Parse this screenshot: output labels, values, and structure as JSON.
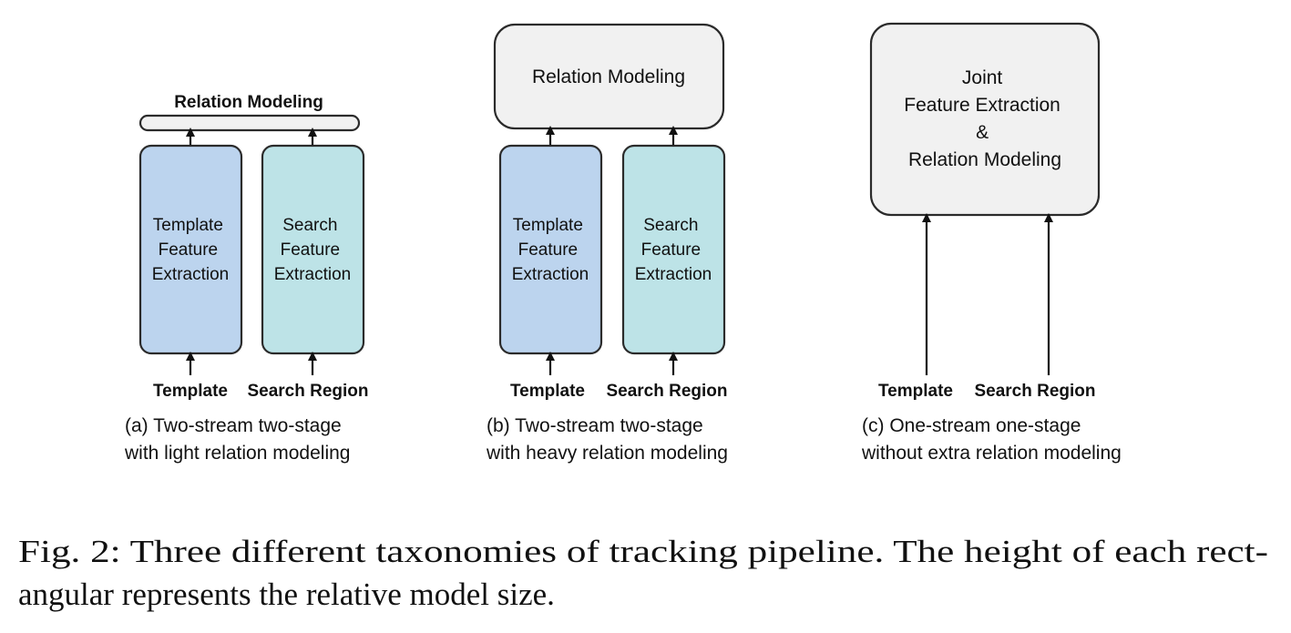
{
  "colors": {
    "relation_box": "#f1f1f1",
    "template_box": "#bcd4ee",
    "search_box": "#bde3e7",
    "stroke": "#2b2b2b"
  },
  "panel_a": {
    "relation_label": "Relation Modeling",
    "template_box_lines": [
      "Template",
      "Feature",
      "Extraction"
    ],
    "search_box_lines": [
      "Search",
      "Feature",
      "Extraction"
    ],
    "template_input": "Template",
    "search_input": "Search Region",
    "caption_lines": [
      "(a) Two-stream two-stage",
      "with light relation modeling"
    ]
  },
  "panel_b": {
    "relation_label": "Relation Modeling",
    "template_box_lines": [
      "Template",
      "Feature",
      "Extraction"
    ],
    "search_box_lines": [
      "Search",
      "Feature",
      "Extraction"
    ],
    "template_input": "Template",
    "search_input": "Search Region",
    "caption_lines": [
      "(b) Two-stream two-stage",
      "with heavy relation modeling"
    ]
  },
  "panel_c": {
    "joint_box_lines": [
      "Joint",
      "Feature Extraction",
      "&",
      "Relation Modeling"
    ],
    "template_input": "Template",
    "search_input": "Search Region",
    "caption_lines": [
      "(c) One-stream one-stage",
      "without extra relation modeling"
    ]
  },
  "figure_caption": {
    "line1": "Fig. 2: Three different taxonomies of tracking pipeline. The height of each rect-",
    "line2": "angular represents the relative model size."
  }
}
